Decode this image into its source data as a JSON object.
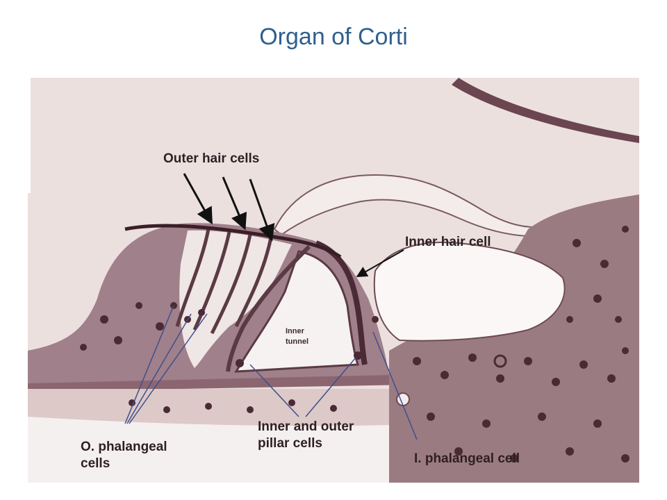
{
  "title": "Organ of Corti",
  "labels": {
    "outer_hair_cells": "Outer hair cells",
    "inner_hair_cell": "Inner hair cell",
    "inner_tunnel_line1": "Inner",
    "inner_tunnel_line2": "tunnel",
    "pillar_line1": "Inner and outer",
    "pillar_line2": "pillar cells",
    "o_phalangeal_line1": "O. phalangeal",
    "o_phalangeal_line2": "cells",
    "i_phalangeal": "I. phalangeal cell"
  },
  "colors": {
    "title": "#2f5f8f",
    "tissue_background": "#ece0df",
    "stain_dark": "#4a2a34",
    "annotation_line": "#3f4f8a"
  }
}
